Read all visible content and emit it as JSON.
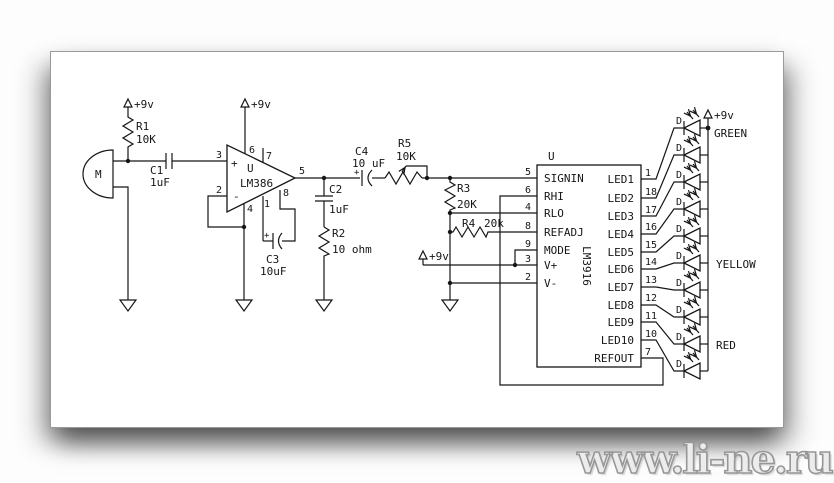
{
  "power": {
    "label": "+9v"
  },
  "mic": {
    "label": "M"
  },
  "r1": {
    "name": "R1",
    "value": "10K"
  },
  "c1": {
    "name": "C1",
    "value": "1uF"
  },
  "amp": {
    "refdes": "U",
    "part": "LM386",
    "plus": "+",
    "minus": "-",
    "pin_in_pos": "3",
    "pin_in_neg": "2",
    "pin_vcc": "6",
    "pin_bypass": "7",
    "pin_out": "5",
    "pin_gain1": "1",
    "pin_gain8": "8",
    "pin_gnd": "4"
  },
  "c2": {
    "name": "C2",
    "value": "1uF"
  },
  "r2": {
    "name": "R2",
    "value": "10 ohm"
  },
  "c3": {
    "name": "C3",
    "value": "10uF",
    "polarity": "+"
  },
  "c4": {
    "name": "C4",
    "value": "10 uF",
    "polarity": "+"
  },
  "r5": {
    "name": "R5",
    "value": "10K"
  },
  "r3": {
    "name": "R3",
    "value": "20K"
  },
  "r4": {
    "name": "R4",
    "value": "20k"
  },
  "ic": {
    "refdes": "U",
    "part": "LM3916",
    "left_pins": [
      {
        "num": "5",
        "label": "SIGNIN"
      },
      {
        "num": "6",
        "label": "RHI"
      },
      {
        "num": "4",
        "label": "RLO"
      },
      {
        "num": "8",
        "label": "REFADJ"
      },
      {
        "num": "9",
        "label": "MODE"
      },
      {
        "num": "3",
        "label": "V+"
      },
      {
        "num": "2",
        "label": "V-"
      }
    ],
    "right_pins": [
      {
        "num": "1",
        "label": "LED1"
      },
      {
        "num": "18",
        "label": "LED2"
      },
      {
        "num": "17",
        "label": "LED3"
      },
      {
        "num": "16",
        "label": "LED4"
      },
      {
        "num": "15",
        "label": "LED5"
      },
      {
        "num": "14",
        "label": "LED6"
      },
      {
        "num": "13",
        "label": "LED7"
      },
      {
        "num": "12",
        "label": "LED8"
      },
      {
        "num": "11",
        "label": "LED9"
      },
      {
        "num": "10",
        "label": "LED10"
      },
      {
        "num": "7",
        "label": "REFOUT"
      }
    ]
  },
  "leds": {
    "designator": "D",
    "zones": [
      {
        "label": "GREEN"
      },
      {
        "label": "YELLOW"
      },
      {
        "label": "RED"
      }
    ]
  },
  "watermark": "www.li-ne.ru"
}
